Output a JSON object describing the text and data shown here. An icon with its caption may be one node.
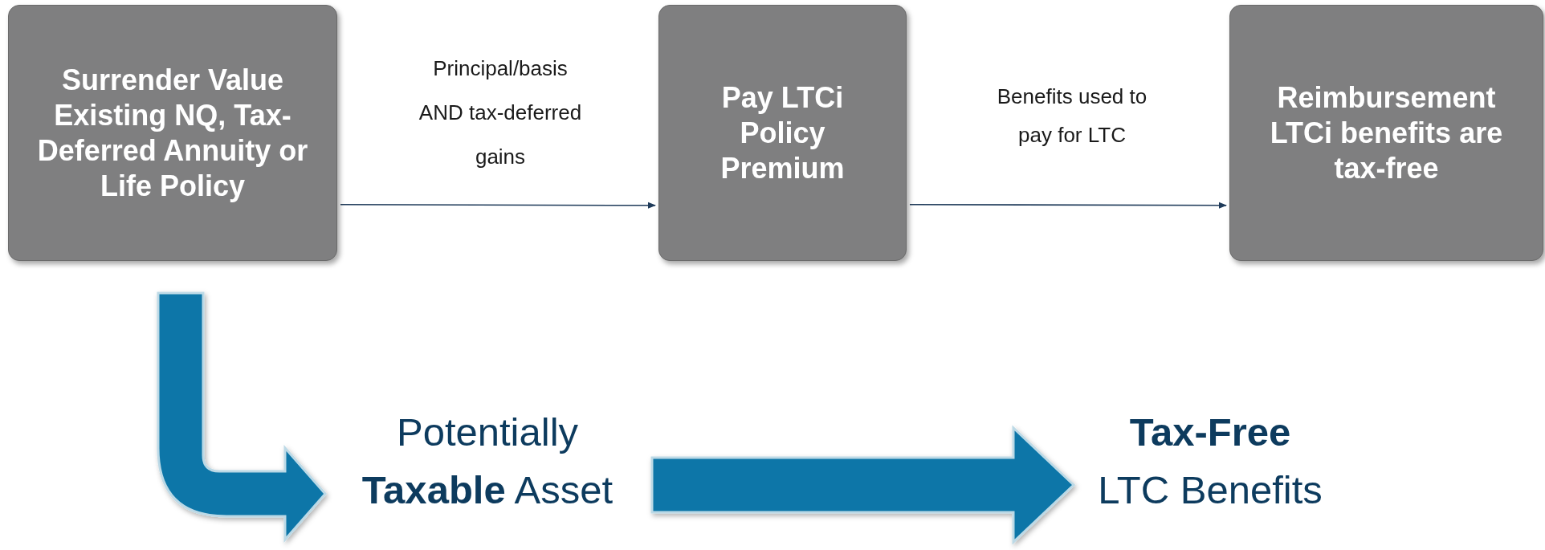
{
  "diagram": {
    "nodes": [
      {
        "text": [
          "Surrender Value Existing NQ, Tax-Deferred Annuity or Life Policy"
        ]
      },
      {
        "text": [
          "Pay LTCi Policy Premium"
        ]
      },
      {
        "text": [
          "Reimbursement LTCi benefits are tax-free"
        ]
      },
      {
        "text": [
          "Potentially **Taxable** Asset"
        ]
      },
      {
        "text": [
          "**Tax-Free** LTC Benefits"
        ]
      }
    ],
    "edges": [
      {
        "from": 0,
        "to": 1,
        "arrow": "to",
        "label": "Principal/basis AND tax-deferred gains"
      },
      {
        "from": 1,
        "to": 2,
        "arrow": "to",
        "label": "Benefits used to pay for LTC"
      },
      {
        "from": 0,
        "to": 3,
        "arrow": "to",
        "style": "thick",
        "color": "#0a76a8"
      },
      {
        "from": 3,
        "to": 4,
        "arrow": "to",
        "style": "thick",
        "color": "#0a76a8"
      }
    ]
  }
}
